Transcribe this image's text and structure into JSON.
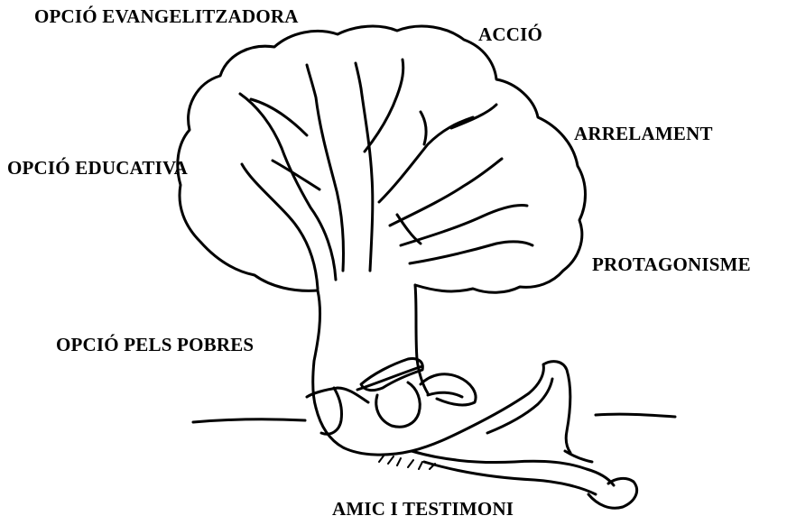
{
  "labels": {
    "evangelitzadora": "OPCIÓ EVANGELITZADORA",
    "accio": "ACCIÓ",
    "arrelament": "ARRELAMENT",
    "educativa": "OPCIÓ EDUCATIVA",
    "protagonisme": "PROTAGONISME",
    "pobres": "OPCIÓ PELS POBRES",
    "amic": "AMIC I TESTIMONI"
  },
  "colors": {
    "ink": "#000000",
    "paper": "#ffffff"
  }
}
